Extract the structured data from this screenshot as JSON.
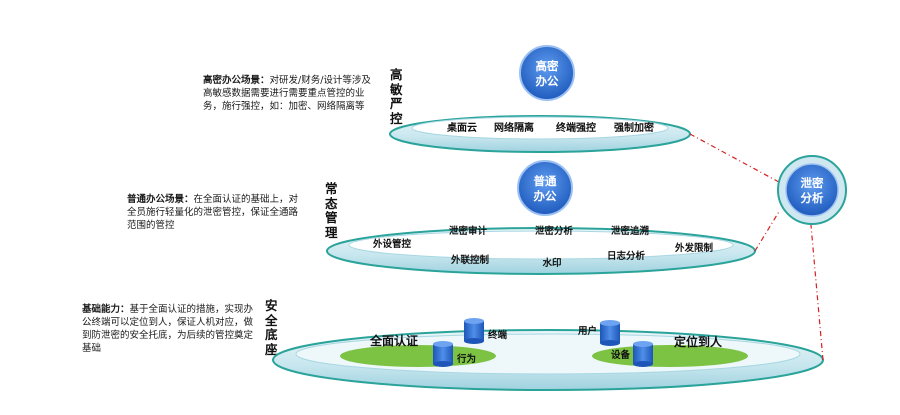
{
  "tiers": {
    "high": {
      "circle": "高密办公",
      "circle_lines": [
        "高密",
        "办公"
      ],
      "side_label": "高敏严控",
      "desc_title": "高密办公场景：",
      "desc_body": "对研发/财务/设计等涉及高敏感数据需要进行需要重点管控的业务，施行强控，如：加密、网络隔离等",
      "items": [
        "桌面云",
        "网络隔离",
        "终端强控",
        "强制加密"
      ]
    },
    "normal": {
      "circle": "普通办公",
      "circle_lines": [
        "普通",
        "办公"
      ],
      "side_label": "常态管理",
      "desc_title": "普通办公场景：",
      "desc_body": "在全面认证的基础上，对全员施行轻量化的泄密管控，保证全通路范围的管控",
      "items_top": [
        "外设管控",
        "泄密审计",
        "泄密分析",
        "泄密追溯",
        "外发限制"
      ],
      "items_bottom": [
        "外联控制",
        "水印",
        "日志分析"
      ]
    },
    "base": {
      "side_label": "安全底座",
      "desc_title": "基础能力：",
      "desc_body": "基于全面认证的措施，实现办公终端可以定位到人，保证人机对应，做到防泄密的安全托底，为后续的管控奠定基础",
      "left_title": "全面认证",
      "right_title": "定位到人",
      "cyl_labels": [
        "终端",
        "行为",
        "用户",
        "设备"
      ]
    }
  },
  "analysis": {
    "circle": "泄密分析",
    "circle_lines": [
      "泄密",
      "分析"
    ]
  },
  "colors": {
    "ring_outer": "#bfe3ea",
    "ring_edge": "#2aa39a",
    "blue_circle": "#2e6fd0",
    "base_green": "#7cc243",
    "dash_red": "#d62020"
  }
}
